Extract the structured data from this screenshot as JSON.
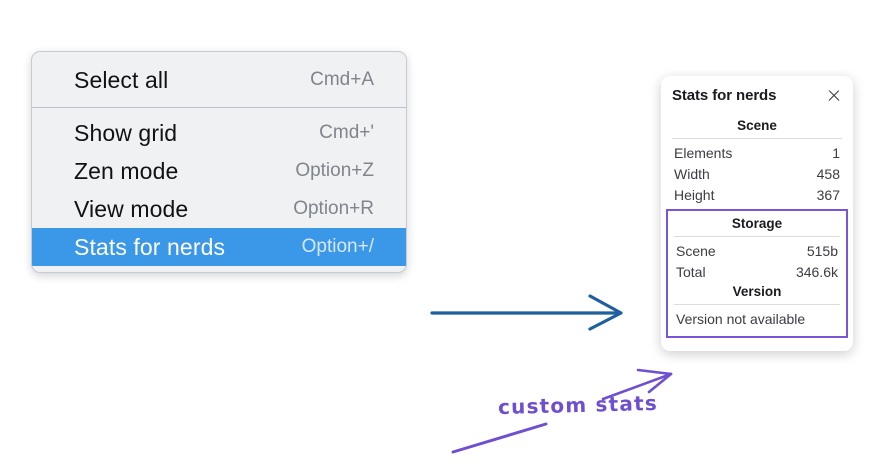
{
  "menu": {
    "sections": [
      {
        "items": [
          {
            "label": "Select all",
            "shortcut": "Cmd+A",
            "highlighted": false
          }
        ]
      },
      {
        "items": [
          {
            "label": "Show grid",
            "shortcut": "Cmd+'",
            "highlighted": false
          },
          {
            "label": "Zen mode",
            "shortcut": "Option+Z",
            "highlighted": false
          },
          {
            "label": "View mode",
            "shortcut": "Option+R",
            "highlighted": false
          },
          {
            "label": "Stats for nerds",
            "shortcut": "Option+/",
            "highlighted": true
          }
        ]
      }
    ],
    "highlight_color": "#3b97e8"
  },
  "stats_panel": {
    "title": "Stats for nerds",
    "close_icon": "close-icon",
    "scene": {
      "heading": "Scene",
      "rows": [
        {
          "label": "Elements",
          "value": "1"
        },
        {
          "label": "Width",
          "value": "458"
        },
        {
          "label": "Height",
          "value": "367"
        }
      ]
    },
    "storage": {
      "heading": "Storage",
      "rows": [
        {
          "label": "Scene",
          "value": "515b"
        },
        {
          "label": "Total",
          "value": "346.6k"
        }
      ]
    },
    "version": {
      "heading": "Version",
      "text": "Version not available"
    },
    "highlight_border_color": "#7b55d6"
  },
  "annotations": {
    "handwritten_note": "custom stats",
    "note_color": "#6f4fd0",
    "blue_arrow_color": "#1f5fa0"
  }
}
